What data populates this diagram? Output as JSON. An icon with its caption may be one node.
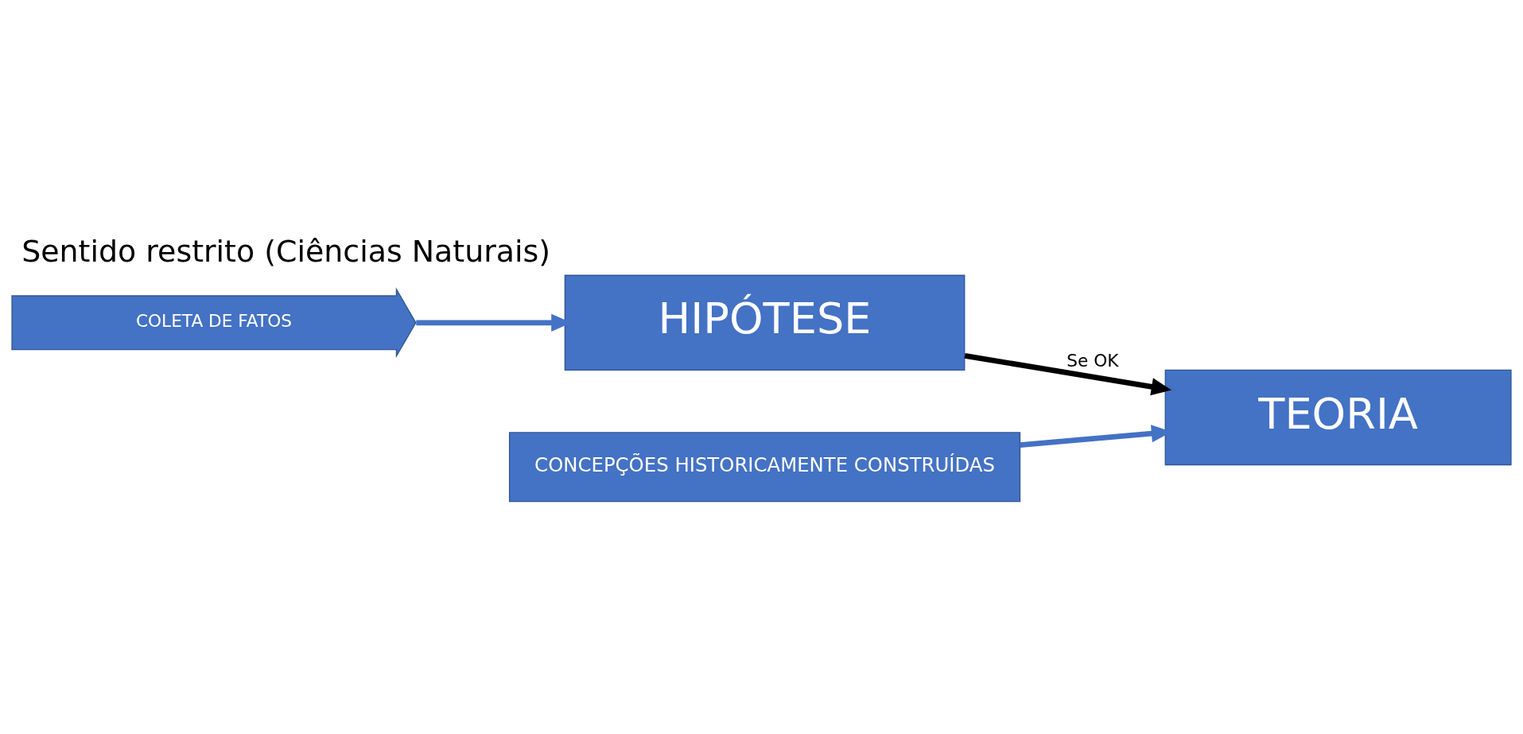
{
  "diagram": {
    "title": "Sentido restrito (Ciências Naturais)",
    "nodes": [
      {
        "text": [
          "COLETA DE FATOS"
        ]
      },
      {
        "text": [
          "HIPÓTESE"
        ]
      },
      {
        "text": [
          "CONCEPÇÕES HISTORICAMENTE CONSTRUÍDAS"
        ]
      },
      {
        "text": [
          "TEORIA"
        ]
      }
    ],
    "edges": [
      {
        "from": 0,
        "to": 1,
        "arrow": "to",
        "color": "#4472c4"
      },
      {
        "from": 1,
        "to": 3,
        "arrow": "to",
        "label": "Se OK",
        "color": "#000000"
      },
      {
        "from": 2,
        "to": 3,
        "arrow": "to",
        "color": "#4472c4"
      }
    ]
  }
}
